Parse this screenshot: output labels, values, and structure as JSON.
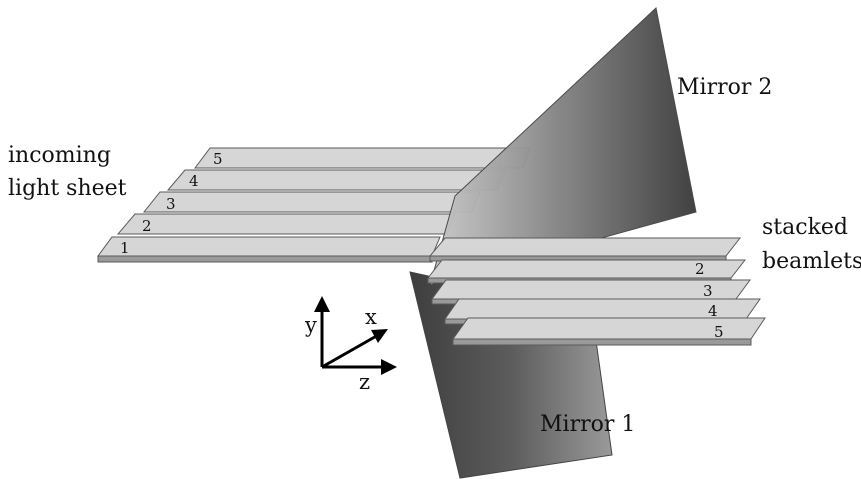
{
  "labels": {
    "mirror2": "Mirror 2",
    "mirror1": "Mirror 1",
    "incoming_line1": "incoming",
    "incoming_line2": "light sheet",
    "stacked_line1": "stacked",
    "stacked_line2": "beamlets"
  },
  "incoming_strips": [
    "1",
    "2",
    "3",
    "4",
    "5"
  ],
  "stacked_strips": [
    "2",
    "3",
    "4",
    "5"
  ],
  "axes": {
    "x": "x",
    "y": "y",
    "z": "z"
  }
}
